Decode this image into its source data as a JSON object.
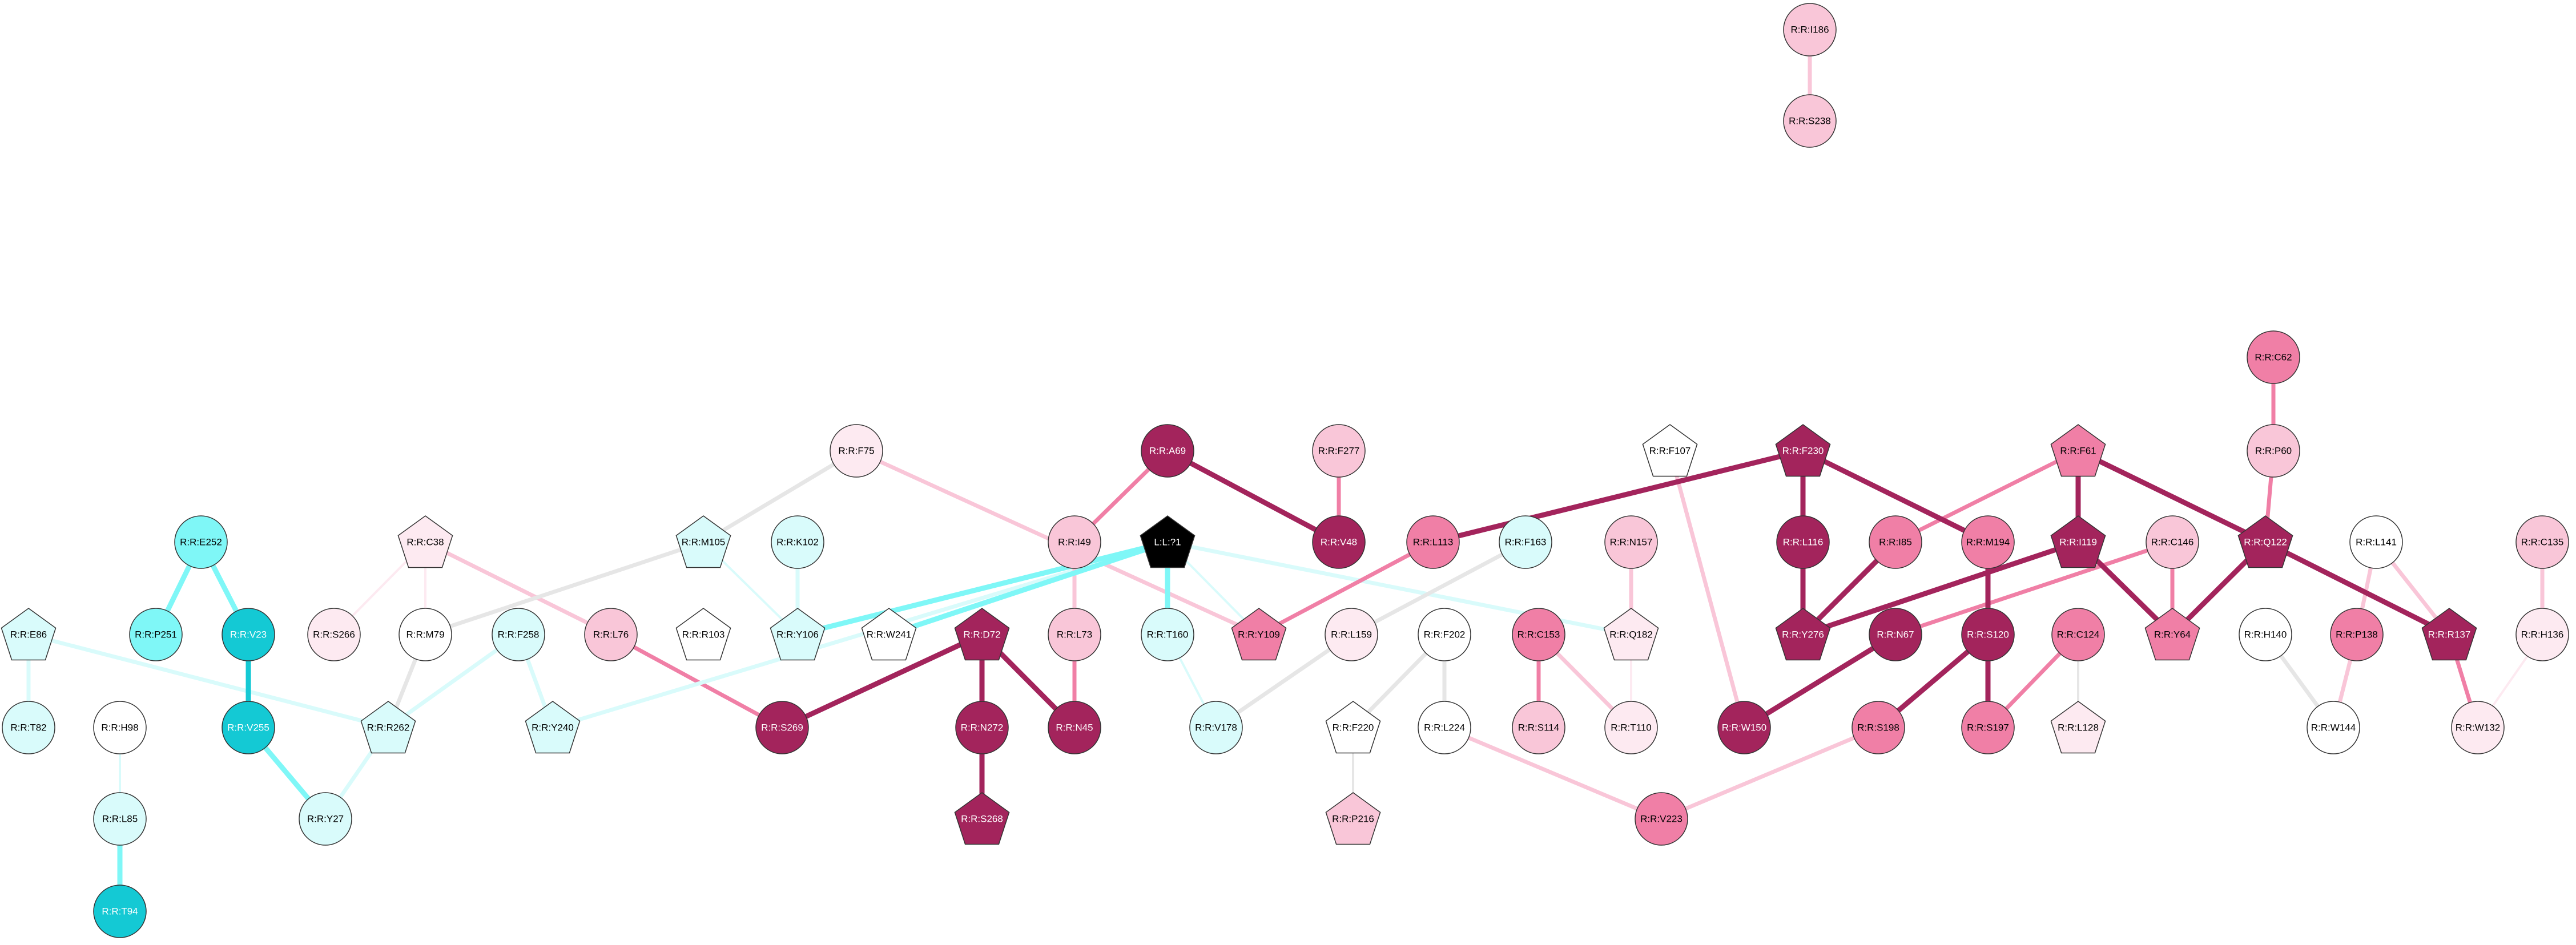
{
  "colors": {
    "magenta_dark": "#a3245c",
    "magenta_mid": "#f07fa6",
    "pink_light": "#f9c6d8",
    "pink_pale": "#fdeaf1",
    "cyan_bright": "#7ff7f7",
    "teal": "#14c9d4",
    "cyan_pale": "#d9fbfb",
    "gray_edge": "#e6e6e6",
    "white": "#ffffff",
    "black": "#000000"
  },
  "nodes": [
    {
      "id": "I186",
      "label": "R:R:I186",
      "shape": "circle",
      "fill": "pink_light"
    },
    {
      "id": "S238",
      "label": "R:R:S238",
      "shape": "circle",
      "fill": "pink_light"
    },
    {
      "id": "C62",
      "label": "R:R:C62",
      "shape": "circle",
      "fill": "magenta_mid"
    },
    {
      "id": "P60",
      "label": "R:R:P60",
      "shape": "circle",
      "fill": "pink_light"
    },
    {
      "id": "F75",
      "label": "R:R:F75",
      "shape": "circle",
      "fill": "pink_pale"
    },
    {
      "id": "A69",
      "label": "R:R:A69",
      "shape": "circle",
      "fill": "magenta_dark"
    },
    {
      "id": "F277",
      "label": "R:R:F277",
      "shape": "circle",
      "fill": "pink_light"
    },
    {
      "id": "F107",
      "label": "R:R:F107",
      "shape": "pentagon",
      "fill": "white"
    },
    {
      "id": "F230",
      "label": "R:R:F230",
      "shape": "pentagon",
      "fill": "magenta_dark"
    },
    {
      "id": "F61",
      "label": "R:R:F61",
      "shape": "pentagon",
      "fill": "magenta_mid"
    },
    {
      "id": "E252",
      "label": "R:R:E252",
      "shape": "circle",
      "fill": "cyan_bright"
    },
    {
      "id": "C38",
      "label": "R:R:C38",
      "shape": "pentagon",
      "fill": "pink_pale"
    },
    {
      "id": "M105",
      "label": "R:R:M105",
      "shape": "pentagon",
      "fill": "cyan_pale"
    },
    {
      "id": "K102",
      "label": "R:R:K102",
      "shape": "circle",
      "fill": "cyan_pale"
    },
    {
      "id": "I49",
      "label": "R:R:I49",
      "shape": "circle",
      "fill": "pink_light"
    },
    {
      "id": "L71",
      "label": "L:L:?1",
      "shape": "pentagon",
      "fill": "black"
    },
    {
      "id": "V48",
      "label": "R:R:V48",
      "shape": "circle",
      "fill": "magenta_dark"
    },
    {
      "id": "L113",
      "label": "R:R:L113",
      "shape": "circle",
      "fill": "magenta_mid"
    },
    {
      "id": "F163",
      "label": "R:R:F163",
      "shape": "circle",
      "fill": "cyan_pale"
    },
    {
      "id": "N157",
      "label": "R:R:N157",
      "shape": "circle",
      "fill": "pink_light"
    },
    {
      "id": "L116",
      "label": "R:R:L116",
      "shape": "circle",
      "fill": "magenta_dark"
    },
    {
      "id": "I85",
      "label": "R:R:I85",
      "shape": "circle",
      "fill": "magenta_mid"
    },
    {
      "id": "M194",
      "label": "R:R:M194",
      "shape": "circle",
      "fill": "magenta_mid"
    },
    {
      "id": "I119",
      "label": "R:R:I119",
      "shape": "pentagon",
      "fill": "magenta_dark"
    },
    {
      "id": "C146",
      "label": "R:R:C146",
      "shape": "circle",
      "fill": "pink_light"
    },
    {
      "id": "Q122",
      "label": "R:R:Q122",
      "shape": "pentagon",
      "fill": "magenta_dark"
    },
    {
      "id": "L141",
      "label": "R:R:L141",
      "shape": "circle",
      "fill": "white"
    },
    {
      "id": "C135",
      "label": "R:R:C135",
      "shape": "circle",
      "fill": "pink_light"
    },
    {
      "id": "E86",
      "label": "R:R:E86",
      "shape": "pentagon",
      "fill": "cyan_pale"
    },
    {
      "id": "P251",
      "label": "R:R:P251",
      "shape": "circle",
      "fill": "cyan_bright"
    },
    {
      "id": "V23",
      "label": "R:R:V23",
      "shape": "circle",
      "fill": "teal"
    },
    {
      "id": "S266",
      "label": "R:R:S266",
      "shape": "circle",
      "fill": "pink_pale"
    },
    {
      "id": "M79",
      "label": "R:R:M79",
      "shape": "circle",
      "fill": "white"
    },
    {
      "id": "F258",
      "label": "R:R:F258",
      "shape": "circle",
      "fill": "cyan_pale"
    },
    {
      "id": "L76",
      "label": "R:R:L76",
      "shape": "circle",
      "fill": "pink_light"
    },
    {
      "id": "R103",
      "label": "R:R:R103",
      "shape": "pentagon",
      "fill": "white"
    },
    {
      "id": "Y106",
      "label": "R:R:Y106",
      "shape": "pentagon",
      "fill": "cyan_pale"
    },
    {
      "id": "W241",
      "label": "R:R:W241",
      "shape": "pentagon",
      "fill": "white"
    },
    {
      "id": "D72",
      "label": "R:R:D72",
      "shape": "pentagon",
      "fill": "magenta_dark"
    },
    {
      "id": "L73",
      "label": "R:R:L73",
      "shape": "circle",
      "fill": "pink_light"
    },
    {
      "id": "T160",
      "label": "R:R:T160",
      "shape": "circle",
      "fill": "cyan_pale"
    },
    {
      "id": "Y109",
      "label": "R:R:Y109",
      "shape": "pentagon",
      "fill": "magenta_mid"
    },
    {
      "id": "L159",
      "label": "R:R:L159",
      "shape": "circle",
      "fill": "pink_pale"
    },
    {
      "id": "F202",
      "label": "R:R:F202",
      "shape": "circle",
      "fill": "white"
    },
    {
      "id": "C153",
      "label": "R:R:C153",
      "shape": "circle",
      "fill": "magenta_mid"
    },
    {
      "id": "Q182",
      "label": "R:R:Q182",
      "shape": "pentagon",
      "fill": "pink_pale"
    },
    {
      "id": "Y276",
      "label": "R:R:Y276",
      "shape": "pentagon",
      "fill": "magenta_dark"
    },
    {
      "id": "N67",
      "label": "R:R:N67",
      "shape": "circle",
      "fill": "magenta_dark"
    },
    {
      "id": "S120",
      "label": "R:R:S120",
      "shape": "circle",
      "fill": "magenta_dark"
    },
    {
      "id": "C124",
      "label": "R:R:C124",
      "shape": "circle",
      "fill": "magenta_mid"
    },
    {
      "id": "Y64",
      "label": "R:R:Y64",
      "shape": "pentagon",
      "fill": "magenta_mid"
    },
    {
      "id": "H140",
      "label": "R:R:H140",
      "shape": "circle",
      "fill": "white"
    },
    {
      "id": "P138",
      "label": "R:R:P138",
      "shape": "circle",
      "fill": "magenta_mid"
    },
    {
      "id": "R137",
      "label": "R:R:R137",
      "shape": "pentagon",
      "fill": "magenta_dark"
    },
    {
      "id": "H136",
      "label": "R:R:H136",
      "shape": "circle",
      "fill": "pink_pale"
    },
    {
      "id": "T82",
      "label": "R:R:T82",
      "shape": "circle",
      "fill": "cyan_pale"
    },
    {
      "id": "H98",
      "label": "R:R:H98",
      "shape": "circle",
      "fill": "white"
    },
    {
      "id": "V255",
      "label": "R:R:V255",
      "shape": "circle",
      "fill": "teal"
    },
    {
      "id": "R262",
      "label": "R:R:R262",
      "shape": "pentagon",
      "fill": "cyan_pale"
    },
    {
      "id": "Y240",
      "label": "R:R:Y240",
      "shape": "pentagon",
      "fill": "cyan_pale"
    },
    {
      "id": "S269",
      "label": "R:R:S269",
      "shape": "circle",
      "fill": "magenta_dark"
    },
    {
      "id": "N272",
      "label": "R:R:N272",
      "shape": "circle",
      "fill": "magenta_dark"
    },
    {
      "id": "N45",
      "label": "R:R:N45",
      "shape": "circle",
      "fill": "magenta_dark"
    },
    {
      "id": "V178",
      "label": "R:R:V178",
      "shape": "circle",
      "fill": "cyan_pale"
    },
    {
      "id": "F220",
      "label": "R:R:F220",
      "shape": "pentagon",
      "fill": "white"
    },
    {
      "id": "L224",
      "label": "R:R:L224",
      "shape": "circle",
      "fill": "white"
    },
    {
      "id": "S114",
      "label": "R:R:S114",
      "shape": "circle",
      "fill": "pink_light"
    },
    {
      "id": "T110",
      "label": "R:R:T110",
      "shape": "circle",
      "fill": "pink_pale"
    },
    {
      "id": "W150",
      "label": "R:R:W150",
      "shape": "circle",
      "fill": "magenta_dark"
    },
    {
      "id": "S198",
      "label": "R:R:S198",
      "shape": "circle",
      "fill": "magenta_mid"
    },
    {
      "id": "S197",
      "label": "R:R:S197",
      "shape": "circle",
      "fill": "magenta_mid"
    },
    {
      "id": "L128",
      "label": "R:R:L128",
      "shape": "pentagon",
      "fill": "pink_pale"
    },
    {
      "id": "W144",
      "label": "R:R:W144",
      "shape": "circle",
      "fill": "white"
    },
    {
      "id": "W132",
      "label": "R:R:W132",
      "shape": "circle",
      "fill": "pink_pale"
    },
    {
      "id": "L85",
      "label": "R:R:L85",
      "shape": "circle",
      "fill": "cyan_pale"
    },
    {
      "id": "Y27",
      "label": "R:R:Y27",
      "shape": "circle",
      "fill": "cyan_pale"
    },
    {
      "id": "S268",
      "label": "R:R:S268",
      "shape": "pentagon",
      "fill": "magenta_dark"
    },
    {
      "id": "P216",
      "label": "R:R:P216",
      "shape": "pentagon",
      "fill": "pink_light"
    },
    {
      "id": "V223",
      "label": "R:R:V223",
      "shape": "circle",
      "fill": "magenta_mid"
    },
    {
      "id": "T94",
      "label": "R:R:T94",
      "shape": "circle",
      "fill": "teal"
    }
  ],
  "edges": [
    {
      "source": "I186",
      "target": "S238",
      "color": "pink_light",
      "weight": 2
    },
    {
      "source": "C62",
      "target": "P60",
      "color": "magenta_mid",
      "weight": 2
    },
    {
      "source": "P60",
      "target": "Q122",
      "color": "magenta_mid",
      "weight": 2
    },
    {
      "source": "F75",
      "target": "Y109",
      "color": "pink_light",
      "weight": 2
    },
    {
      "source": "F75",
      "target": "M105",
      "color": "gray_edge",
      "weight": 2
    },
    {
      "source": "A69",
      "target": "V48",
      "color": "magenta_dark",
      "weight": 3
    },
    {
      "source": "A69",
      "target": "I49",
      "color": "magenta_mid",
      "weight": 2
    },
    {
      "source": "F277",
      "target": "V48",
      "color": "magenta_mid",
      "weight": 2
    },
    {
      "source": "F107",
      "target": "W150",
      "color": "pink_light",
      "weight": 2
    },
    {
      "source": "F230",
      "target": "L113",
      "color": "magenta_dark",
      "weight": 3
    },
    {
      "source": "F230",
      "target": "L116",
      "color": "magenta_dark",
      "weight": 3
    },
    {
      "source": "F230",
      "target": "M194",
      "color": "magenta_dark",
      "weight": 3
    },
    {
      "source": "L116",
      "target": "Y276",
      "color": "magenta_dark",
      "weight": 3
    },
    {
      "source": "F61",
      "target": "I85",
      "color": "magenta_mid",
      "weight": 2
    },
    {
      "source": "F61",
      "target": "I119",
      "color": "magenta_dark",
      "weight": 3
    },
    {
      "source": "F61",
      "target": "Q122",
      "color": "magenta_dark",
      "weight": 3
    },
    {
      "source": "I85",
      "target": "Y276",
      "color": "magenta_dark",
      "weight": 3
    },
    {
      "source": "I119",
      "target": "Y276",
      "color": "magenta_dark",
      "weight": 3
    },
    {
      "source": "I119",
      "target": "Y64",
      "color": "magenta_dark",
      "weight": 3
    },
    {
      "source": "Q122",
      "target": "Y64",
      "color": "magenta_dark",
      "weight": 3
    },
    {
      "source": "Q122",
      "target": "R137",
      "color": "magenta_dark",
      "weight": 3
    },
    {
      "source": "C146",
      "target": "Y64",
      "color": "magenta_mid",
      "weight": 2
    },
    {
      "source": "C146",
      "target": "N67",
      "color": "magenta_mid",
      "weight": 2
    },
    {
      "source": "M194",
      "target": "S120",
      "color": "magenta_dark",
      "weight": 3
    },
    {
      "source": "S120",
      "target": "S197",
      "color": "magenta_dark",
      "weight": 3
    },
    {
      "source": "S120",
      "target": "S198",
      "color": "magenta_dark",
      "weight": 3
    },
    {
      "source": "N67",
      "target": "W150",
      "color": "magenta_dark",
      "weight": 3
    },
    {
      "source": "S198",
      "target": "V223",
      "color": "pink_light",
      "weight": 2
    },
    {
      "source": "C124",
      "target": "S197",
      "color": "magenta_mid",
      "weight": 2
    },
    {
      "source": "C124",
      "target": "L128",
      "color": "gray_edge",
      "weight": 1
    },
    {
      "source": "L141",
      "target": "P138",
      "color": "pink_light",
      "weight": 2
    },
    {
      "source": "L141",
      "target": "R137",
      "color": "pink_light",
      "weight": 2
    },
    {
      "source": "P138",
      "target": "W144",
      "color": "pink_light",
      "weight": 2
    },
    {
      "source": "H140",
      "target": "W144",
      "color": "gray_edge",
      "weight": 2
    },
    {
      "source": "R137",
      "target": "W132",
      "color": "magenta_mid",
      "weight": 2
    },
    {
      "source": "C135",
      "target": "H136",
      "color": "pink_light",
      "weight": 2
    },
    {
      "source": "H136",
      "target": "W132",
      "color": "pink_pale",
      "weight": 1
    },
    {
      "source": "E252",
      "target": "P251",
      "color": "cyan_bright",
      "weight": 3
    },
    {
      "source": "E252",
      "target": "V23",
      "color": "cyan_bright",
      "weight": 3
    },
    {
      "source": "V23",
      "target": "V255",
      "color": "teal",
      "weight": 3
    },
    {
      "source": "V255",
      "target": "Y27",
      "color": "cyan_bright",
      "weight": 3
    },
    {
      "source": "R262",
      "target": "Y27",
      "color": "cyan_pale",
      "weight": 2
    },
    {
      "source": "E86",
      "target": "T82",
      "color": "cyan_pale",
      "weight": 2
    },
    {
      "source": "E86",
      "target": "R262",
      "color": "cyan_pale",
      "weight": 2
    },
    {
      "source": "H98",
      "target": "L85",
      "color": "cyan_pale",
      "weight": 1
    },
    {
      "source": "L85",
      "target": "T94",
      "color": "cyan_bright",
      "weight": 3
    },
    {
      "source": "C38",
      "target": "S266",
      "color": "pink_pale",
      "weight": 1
    },
    {
      "source": "C38",
      "target": "M79",
      "color": "pink_pale",
      "weight": 1
    },
    {
      "source": "C38",
      "target": "L76",
      "color": "pink_light",
      "weight": 2
    },
    {
      "source": "M105",
      "target": "M79",
      "color": "gray_edge",
      "weight": 2
    },
    {
      "source": "M105",
      "target": "Y106",
      "color": "cyan_pale",
      "weight": 1
    },
    {
      "source": "M79",
      "target": "R262",
      "color": "gray_edge",
      "weight": 2
    },
    {
      "source": "F258",
      "target": "Y240",
      "color": "cyan_pale",
      "weight": 2
    },
    {
      "source": "F258",
      "target": "R262",
      "color": "cyan_pale",
      "weight": 2
    },
    {
      "source": "K102",
      "target": "Y106",
      "color": "cyan_pale",
      "weight": 2
    },
    {
      "source": "L76",
      "target": "S269",
      "color": "magenta_mid",
      "weight": 2
    },
    {
      "source": "L71",
      "target": "Y106",
      "color": "cyan_bright",
      "weight": 3
    },
    {
      "source": "L71",
      "target": "W241",
      "color": "cyan_bright",
      "weight": 3
    },
    {
      "source": "L71",
      "target": "T160",
      "color": "cyan_bright",
      "weight": 3
    },
    {
      "source": "L71",
      "target": "Y240",
      "color": "cyan_pale",
      "weight": 2
    },
    {
      "source": "L71",
      "target": "Y109",
      "color": "cyan_pale",
      "weight": 1
    },
    {
      "source": "L71",
      "target": "Q182",
      "color": "cyan_pale",
      "weight": 2
    },
    {
      "source": "I49",
      "target": "L73",
      "color": "pink_light",
      "weight": 2
    },
    {
      "source": "L73",
      "target": "N45",
      "color": "magenta_mid",
      "weight": 2
    },
    {
      "source": "D72",
      "target": "S269",
      "color": "magenta_dark",
      "weight": 3
    },
    {
      "source": "D72",
      "target": "N272",
      "color": "magenta_dark",
      "weight": 3
    },
    {
      "source": "D72",
      "target": "N45",
      "color": "magenta_dark",
      "weight": 3
    },
    {
      "source": "N272",
      "target": "S268",
      "color": "magenta_dark",
      "weight": 3
    },
    {
      "source": "T160",
      "target": "V178",
      "color": "cyan_pale",
      "weight": 1
    },
    {
      "source": "L113",
      "target": "Y109",
      "color": "magenta_mid",
      "weight": 2
    },
    {
      "source": "F163",
      "target": "L159",
      "color": "gray_edge",
      "weight": 2
    },
    {
      "source": "L159",
      "target": "V178",
      "color": "gray_edge",
      "weight": 2
    },
    {
      "source": "F202",
      "target": "F220",
      "color": "gray_edge",
      "weight": 2
    },
    {
      "source": "F202",
      "target": "L224",
      "color": "gray_edge",
      "weight": 2
    },
    {
      "source": "F220",
      "target": "P216",
      "color": "gray_edge",
      "weight": 1
    },
    {
      "source": "L224",
      "target": "V223",
      "color": "pink_light",
      "weight": 2
    },
    {
      "source": "N157",
      "target": "Q182",
      "color": "pink_light",
      "weight": 2
    },
    {
      "source": "Q182",
      "target": "T110",
      "color": "pink_pale",
      "weight": 1
    },
    {
      "source": "C153",
      "target": "S114",
      "color": "magenta_mid",
      "weight": 2
    },
    {
      "source": "C153",
      "target": "T110",
      "color": "pink_light",
      "weight": 2
    }
  ]
}
